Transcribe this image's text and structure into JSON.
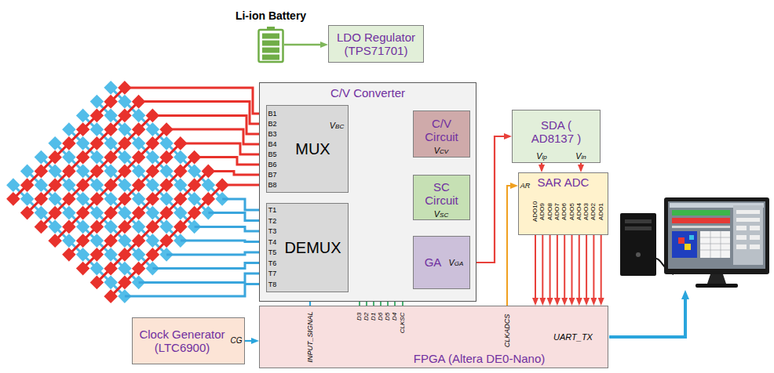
{
  "diagram": {
    "nodes": [
      {
        "text": [
          "Li-ion Battery"
        ]
      },
      {
        "text": [
          "LDO Regulator (TPS71701)"
        ]
      },
      {
        "text": [
          "C/V Converter"
        ]
      },
      {
        "text": [
          "MUX"
        ],
        "in": 2
      },
      {
        "text": [
          "DEMUX"
        ],
        "in": 2
      },
      {
        "text": [
          "C/V Circuit"
        ],
        "in": 2
      },
      {
        "text": [
          "SC Circuit"
        ],
        "in": 2
      },
      {
        "text": [
          "GA"
        ],
        "in": 2
      },
      {
        "text": [
          "SDA ( AD8137 )"
        ]
      },
      {
        "text": [
          "SAR ADC"
        ]
      },
      {
        "text": [
          "FPGA (Altera DE0-Nano)"
        ]
      },
      {
        "text": [
          "Clock Generator (LTC6900)"
        ]
      }
    ],
    "edges": [
      {
        "from": 0,
        "to": 1,
        "arrow": "to"
      },
      {
        "from": 3,
        "to": 5,
        "arrow": "to"
      },
      {
        "from": 5,
        "to": 6,
        "arrow": "to"
      },
      {
        "from": 6,
        "to": 7,
        "arrow": "to"
      },
      {
        "from": 7,
        "to": 8,
        "arrow": "to"
      },
      {
        "from": 8,
        "to": 9,
        "arrow": "to"
      },
      {
        "from": 8,
        "to": 9,
        "arrow": "to"
      },
      {
        "from": 9,
        "to": 10,
        "arrow": "to"
      },
      {
        "from": 9,
        "to": 10,
        "arrow": "to"
      },
      {
        "from": 9,
        "to": 10,
        "arrow": "to"
      },
      {
        "from": 9,
        "to": 10,
        "arrow": "to"
      },
      {
        "from": 9,
        "to": 10,
        "arrow": "to"
      },
      {
        "from": 9,
        "to": 10,
        "arrow": "to"
      },
      {
        "from": 9,
        "to": 10,
        "arrow": "to"
      },
      {
        "from": 9,
        "to": 10,
        "arrow": "to"
      },
      {
        "from": 9,
        "to": 10,
        "arrow": "to"
      },
      {
        "from": 9,
        "to": 10,
        "arrow": "to"
      },
      {
        "from": 10,
        "to": 9,
        "arrow": "to"
      },
      {
        "from": 10,
        "to": 4,
        "arrow": "to"
      },
      {
        "from": 10,
        "to": 4,
        "arrow": "to"
      },
      {
        "from": 10,
        "to": 4,
        "arrow": "to"
      },
      {
        "from": 10,
        "to": 3,
        "arrow": "to"
      },
      {
        "from": 10,
        "to": 3,
        "arrow": "to"
      },
      {
        "from": 10,
        "to": 3,
        "arrow": "to"
      },
      {
        "from": 10,
        "to": 6,
        "arrow": "to"
      },
      {
        "from": 11,
        "to": 10,
        "arrow": "to"
      },
      {
        "from": 10,
        "to": 4,
        "arrow": "to"
      }
    ],
    "labels": [
      "B1",
      "B2",
      "B3",
      "B4",
      "B5",
      "B6",
      "B7",
      "B8",
      "T1",
      "T2",
      "T3",
      "T4",
      "T5",
      "T6",
      "T7",
      "T8",
      "VBC",
      "VCV",
      "VSC",
      "VGA",
      "Vip",
      "Vin",
      "AR",
      "ADO10",
      "ADO9",
      "ADO8",
      "ADO7",
      "ADO6",
      "ADO5",
      "ADO4",
      "ADO3",
      "ADO2",
      "ADO1",
      "INPUT_SIGNAL",
      "D3",
      "D2",
      "D1",
      "D6",
      "D5",
      "D4",
      "CLKSC",
      "CLKADCS",
      "UART_TX",
      "CG"
    ]
  }
}
